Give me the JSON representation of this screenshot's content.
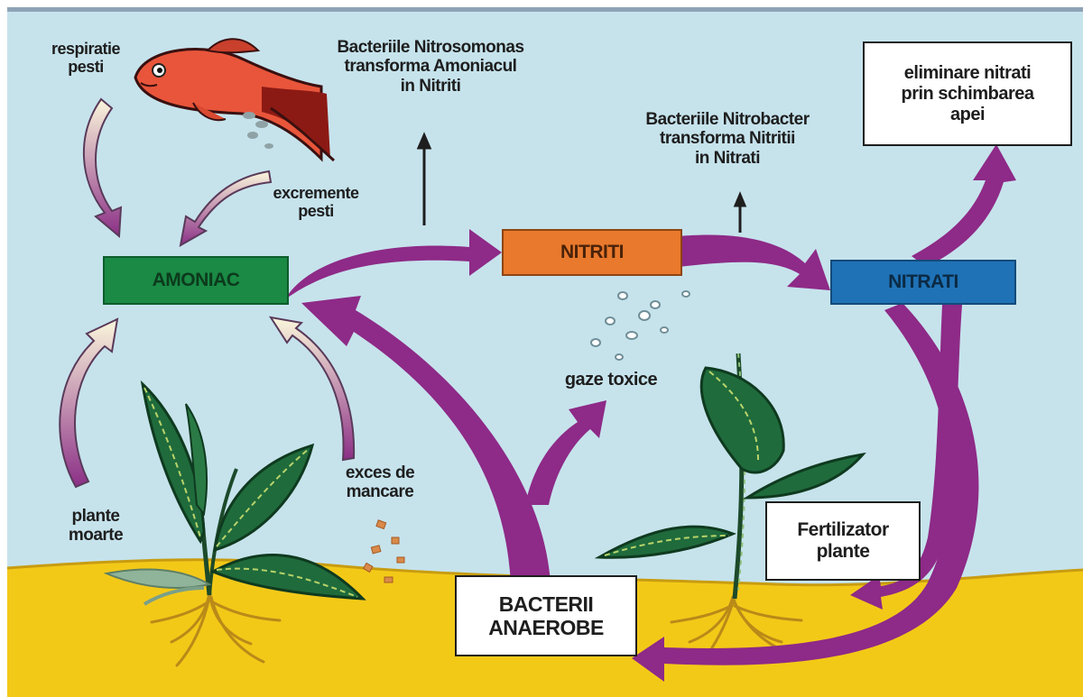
{
  "colors": {
    "water": "#c6e3ec",
    "sand": "#f3c918",
    "flow_arrow": "#8e2a87",
    "amoniac_box": "#1a8a45",
    "nitriti_box": "#e9792c",
    "nitrati_box": "#1f72b6"
  },
  "nodes": {
    "amoniac": "AMONIAC",
    "nitriti": "NITRITI",
    "nitrati": "NITRATI"
  },
  "labels": {
    "respiratie": [
      "respiratie",
      "pesti"
    ],
    "excremente": [
      "excremente",
      "pesti"
    ],
    "nitrosomonas": [
      "Bacteriile Nitrosomonas",
      "transforma Amoniacul",
      "in Nitriti"
    ],
    "nitrobacter": [
      "Bacteriile Nitrobacter",
      "transforma Nitritii",
      "in Nitrati"
    ],
    "eliminare": [
      "eliminare nitrati",
      "prin schimbarea",
      "apei"
    ],
    "gaze": "gaze toxice",
    "exces": [
      "exces de",
      "mancare"
    ],
    "plante_moarte": [
      "plante",
      "moarte"
    ],
    "fertilizator": [
      "Fertilizator",
      "plante"
    ],
    "bacterii": [
      "BACTERII",
      "ANAEROBE"
    ]
  },
  "icons": [
    "fish-icon",
    "plant-icon",
    "bubbles-icon",
    "food-particles-icon"
  ]
}
